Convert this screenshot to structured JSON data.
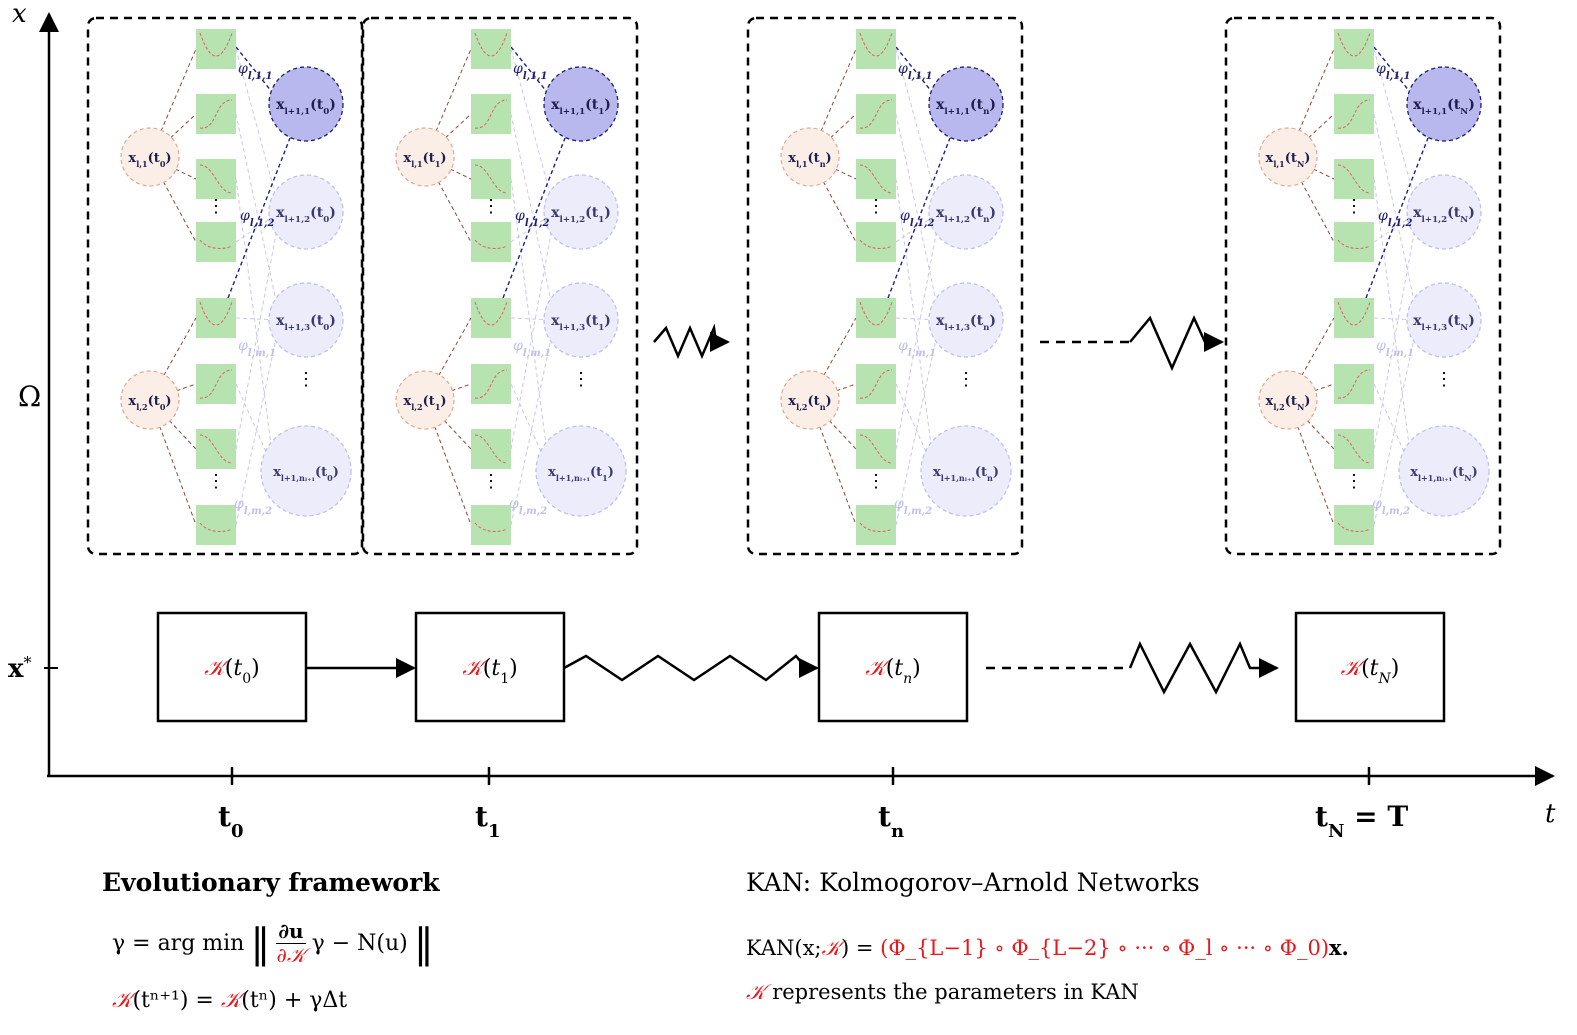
{
  "axes": {
    "y_label": "x",
    "x_label": "t",
    "omega_label": "Ω",
    "xstar_label": "x*",
    "ticks": [
      "t0",
      "t1",
      "tn",
      "tN = T"
    ]
  },
  "time_steps": [
    {
      "sub": "0"
    },
    {
      "sub": "1"
    },
    {
      "sub": "n"
    },
    {
      "sub": "N"
    }
  ],
  "kan": {
    "input_nodes": [
      "x_{l,1}",
      "x_{l,2}"
    ],
    "output_nodes": [
      "x_{l+1,1}",
      "x_{l+1,2}",
      "x_{l+1,3}",
      "⋮",
      "x_{l+1,n_{l+1}}"
    ],
    "phi_labels": [
      "φ_{l,1,1}",
      "φ_{l,1,2}",
      "φ_{l,m,1}",
      "φ_{l,m,2}"
    ],
    "dots": "⋮"
  },
  "operator": {
    "symbol": "𝒦",
    "boxes": [
      {
        "arg": "t",
        "sub": "0",
        "italic_sub": false
      },
      {
        "arg": "t",
        "sub": "1",
        "italic_sub": false
      },
      {
        "arg": "t",
        "sub": "n",
        "italic_sub": true
      },
      {
        "arg": "t",
        "sub": "N",
        "italic_sub": true
      }
    ]
  },
  "captions": {
    "evolutionary_title": "Evolutionary framework",
    "gamma_eq_left": "γ = arg min",
    "gamma_eq_num": "∂u",
    "gamma_eq_den": "∂𝒦",
    "gamma_eq_right": "γ − N(u)",
    "update_eq_k1": "𝒦",
    "update_eq_mid": "(tⁿ⁺¹) = ",
    "update_eq_k2": "𝒦",
    "update_eq_right": "(tⁿ) + γΔt",
    "kan_title": "KAN: Kolmogorov–Arnold Networks",
    "kan_eq_left": "KAN(x;",
    "kan_eq_k": "𝒦",
    "kan_eq_mid": ") = ",
    "kan_eq_red": "(Φ_{L−1} ∘ Φ_{L−2} ∘ ··· ∘ Φ_l ∘ ··· ∘ Φ_0)",
    "kan_eq_end": "x.",
    "kan_note_k": "𝒦",
    "kan_note": " represents the parameters in KAN"
  },
  "colors": {
    "input_fill": "#fbeee6",
    "input_stroke": "#e0a890",
    "square_fill": "#b6e3b0",
    "curve": "#e06060",
    "output_active_fill": "#b8b8ee",
    "output_active_stroke": "#1e1e6e",
    "output_pale_fill": "#ececfb",
    "output_pale_stroke": "#c0c0ee",
    "edge_brown": "#8a4a3a",
    "edge_pale": "#c8c8ee",
    "edge_navy": "#1e1e8e",
    "operator_red": "#e8191d"
  }
}
